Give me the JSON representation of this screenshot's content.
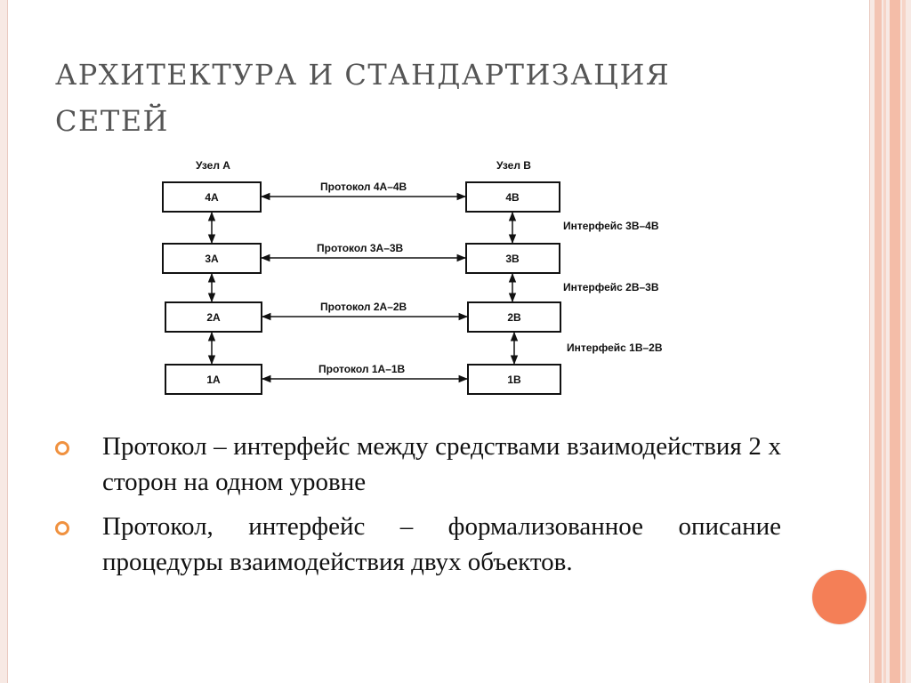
{
  "slide": {
    "title_line1": "Архитектура и стандартизация",
    "title_line2": "сетей",
    "accent_color": "#f47f57",
    "bullet_color": "#f0913f"
  },
  "diagram": {
    "node_a_label": "Узел А",
    "node_b_label": "Узел В",
    "layers_a": [
      "4А",
      "3А",
      "2А",
      "1А"
    ],
    "layers_b": [
      "4В",
      "3В",
      "2В",
      "1В"
    ],
    "protocols": [
      "Протокол 4А–4В",
      "Протокол 3А–3В",
      "Протокол 2А–2В",
      "Протокол 1А–1В"
    ],
    "interfaces": [
      "Интерфейс 3В–4В",
      "Интерфейс 2В–3В",
      "Интерфейс 1В–2В"
    ]
  },
  "bullets": [
    "Протокол – интерфейс между средствами взаимодействия 2 х сторон на одном уровне",
    "Протокол, интерфейс – формализованное описание процедуры взаимодействия двух объектов."
  ]
}
